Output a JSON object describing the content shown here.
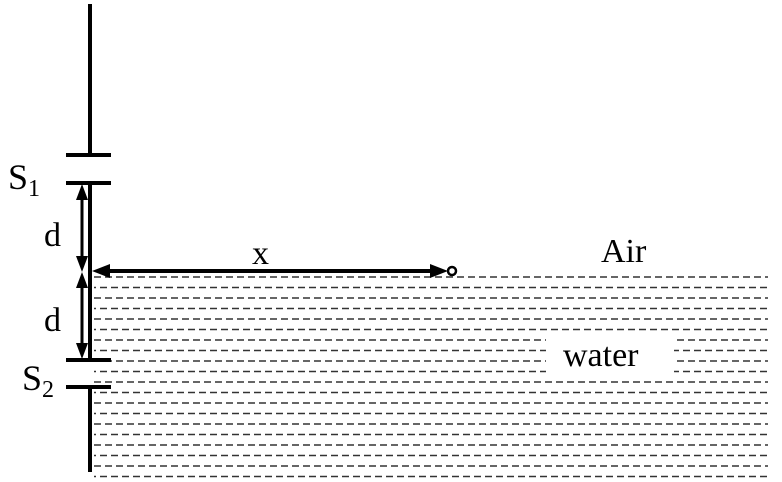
{
  "labels": {
    "s1_main": "S",
    "s1_sub": "1",
    "s2_main": "S",
    "s2_sub": "2",
    "d_upper": "d",
    "d_lower": "d",
    "x": "x",
    "air": "Air",
    "water": "water"
  },
  "colors": {
    "ink": "#000000",
    "water_dash": "#333333",
    "background": "#ffffff"
  }
}
